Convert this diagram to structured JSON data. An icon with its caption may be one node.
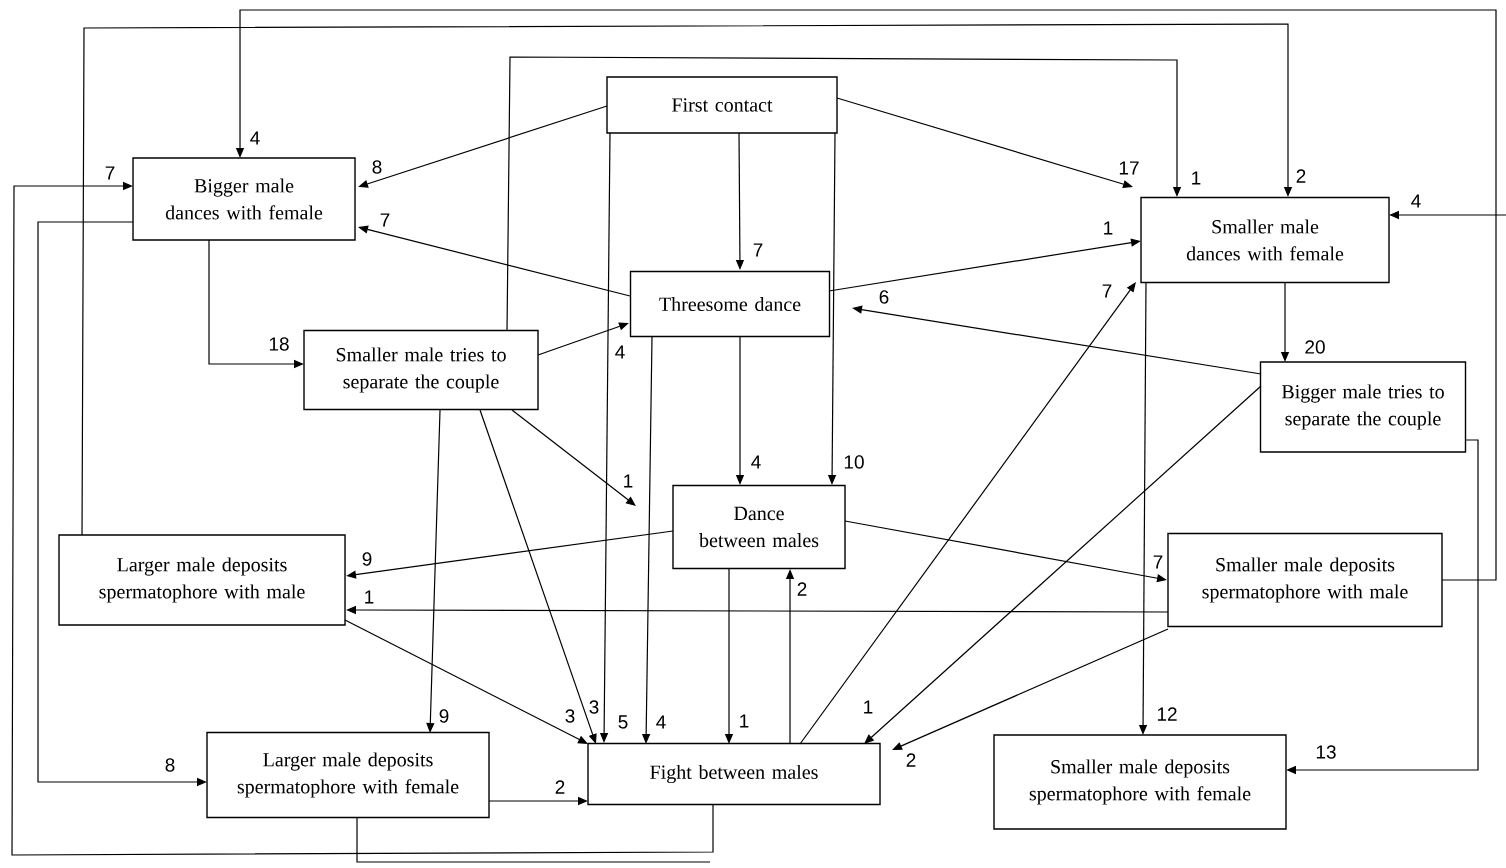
{
  "diagram": {
    "nodes": [
      {
        "text": [
          "First contact"
        ]
      },
      {
        "text": [
          "Bigger male dances with female"
        ]
      },
      {
        "text": [
          "Smaller male dances with female"
        ]
      },
      {
        "text": [
          "Threesome dance"
        ]
      },
      {
        "text": [
          "Smaller male tries to separate the couple"
        ]
      },
      {
        "text": [
          "Bigger male tries to separate the couple"
        ]
      },
      {
        "text": [
          "Dance between males"
        ]
      },
      {
        "text": [
          "Larger male deposits spermatophore with male"
        ]
      },
      {
        "text": [
          "Smaller male deposits spermatophore with male"
        ]
      },
      {
        "text": [
          "Larger male deposits spermatophore with female"
        ]
      },
      {
        "text": [
          "Fight between males"
        ]
      },
      {
        "text": [
          "Smaller male deposits spermatophore with female"
        ]
      }
    ],
    "edges": [
      {
        "from": 0,
        "to": 1,
        "arrow": "to",
        "label": "8"
      },
      {
        "from": 0,
        "to": 2,
        "arrow": "to",
        "label": "17"
      },
      {
        "from": 0,
        "to": 3,
        "arrow": "to",
        "label": "7"
      },
      {
        "from": 0,
        "to": 10,
        "arrow": "to",
        "label": "5"
      },
      {
        "from": 0,
        "to": 6,
        "arrow": "to",
        "label": "10"
      },
      {
        "from": 3,
        "to": 1,
        "arrow": "to",
        "label": "7"
      },
      {
        "from": 3,
        "to": 2,
        "arrow": "to",
        "label": "1"
      },
      {
        "from": 3,
        "to": 6,
        "arrow": "to",
        "label": "4"
      },
      {
        "from": 3,
        "to": 10,
        "arrow": "to",
        "label": "4"
      },
      {
        "from": 1,
        "to": 4,
        "arrow": "to",
        "label": "18"
      },
      {
        "from": 4,
        "to": 3,
        "arrow": "to",
        "label": "4"
      },
      {
        "from": 4,
        "to": 6,
        "arrow": "to",
        "label": "1"
      },
      {
        "from": 4,
        "to": 10,
        "arrow": "to",
        "label": "3"
      },
      {
        "from": 4,
        "to": 9,
        "arrow": "to",
        "label": "9"
      },
      {
        "from": 6,
        "to": 7,
        "arrow": "to",
        "label": "9"
      },
      {
        "from": 6,
        "to": 8,
        "arrow": "to",
        "label": "7"
      },
      {
        "from": 6,
        "to": 10,
        "arrow": "to",
        "label": "1"
      },
      {
        "from": 10,
        "to": 6,
        "arrow": "to",
        "label": "2"
      },
      {
        "from": 10,
        "to": 2,
        "arrow": "to",
        "label": "7"
      },
      {
        "from": 5,
        "to": 10,
        "arrow": "to",
        "label": "1"
      },
      {
        "from": 8,
        "to": 10,
        "arrow": "to",
        "label": "2"
      },
      {
        "from": 8,
        "to": 7,
        "arrow": "to",
        "label": "1"
      },
      {
        "from": 7,
        "to": 10,
        "arrow": "to",
        "label": "3"
      },
      {
        "from": 9,
        "to": 10,
        "arrow": "to",
        "label": "2"
      },
      {
        "from": 2,
        "to": 5,
        "arrow": "to",
        "label": "20"
      },
      {
        "from": 2,
        "to": 11,
        "arrow": "to",
        "label": "12"
      },
      {
        "from": 5,
        "to": 3,
        "arrow": "to",
        "label": "6"
      },
      {
        "from": 5,
        "to": 11,
        "arrow": "to",
        "label": "13"
      },
      {
        "from": 8,
        "to": 1,
        "arrow": "to",
        "label": "4"
      },
      {
        "from": null,
        "to": 2,
        "arrow": "to",
        "label": "4"
      },
      {
        "from": 7,
        "to": 2,
        "arrow": "to",
        "label": "2"
      },
      {
        "from": 4,
        "to": 2,
        "arrow": "to",
        "label": "1"
      },
      {
        "from": 1,
        "to": 9,
        "arrow": "to",
        "label": "8"
      },
      {
        "from": 10,
        "to": 1,
        "arrow": "to",
        "label": "7"
      },
      {
        "from": 9,
        "to": null,
        "arrow": "none"
      }
    ]
  }
}
